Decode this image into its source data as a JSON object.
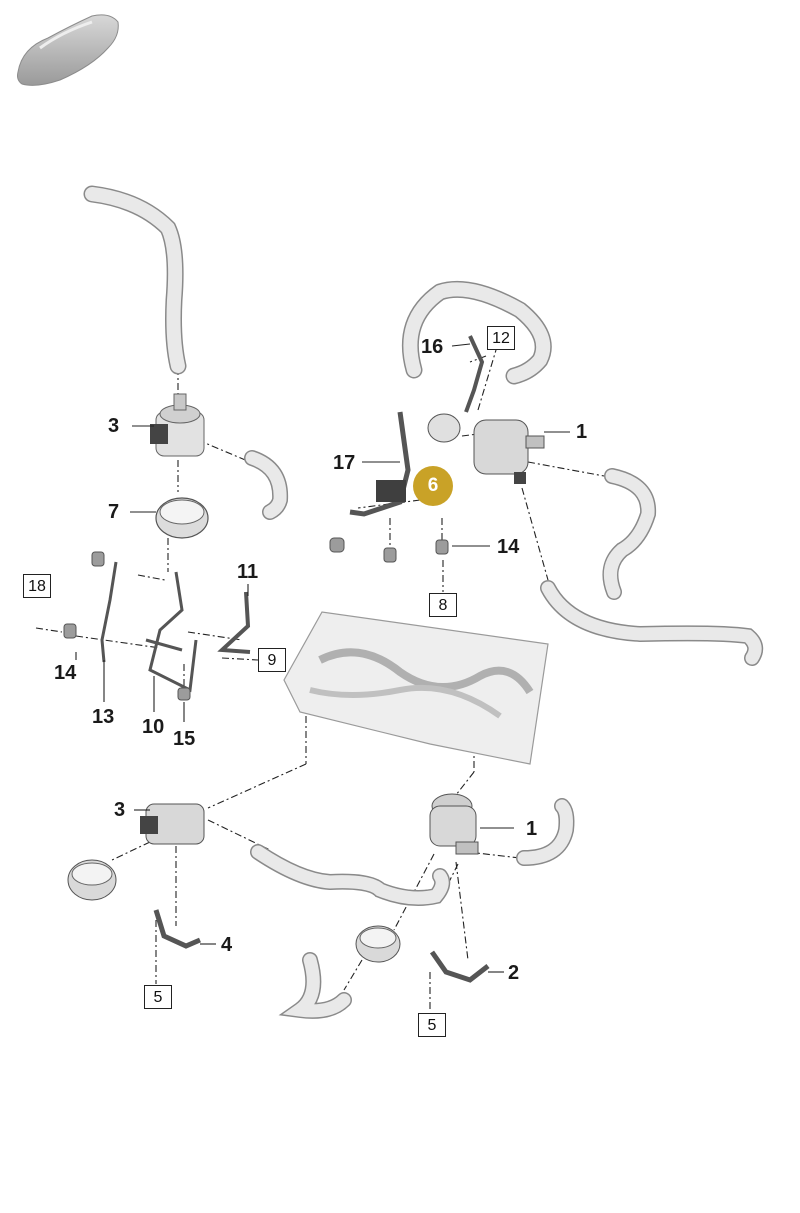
{
  "colors": {
    "part_fill": "#e6e6e6",
    "part_stroke": "#8a8a8a",
    "dark_part": "#4a4a4a",
    "highlight": "#c9a227",
    "leader_line": "#222222"
  },
  "icons": {
    "car_thumbnail": "car-silhouette-icon"
  },
  "callouts": [
    {
      "id": "c3_top",
      "text": "3"
    },
    {
      "id": "c7",
      "text": "7"
    },
    {
      "id": "c16",
      "text": "16"
    },
    {
      "id": "c17",
      "text": "17"
    },
    {
      "id": "c1_top",
      "text": "1"
    },
    {
      "id": "c14_right",
      "text": "14"
    },
    {
      "id": "c11",
      "text": "11"
    },
    {
      "id": "c14_left",
      "text": "14"
    },
    {
      "id": "c13",
      "text": "13"
    },
    {
      "id": "c10",
      "text": "10"
    },
    {
      "id": "c15",
      "text": "15"
    },
    {
      "id": "c3_bottom",
      "text": "3"
    },
    {
      "id": "c1_bottom",
      "text": "1"
    },
    {
      "id": "c4",
      "text": "4"
    },
    {
      "id": "c2",
      "text": "2"
    }
  ],
  "boxed_refs": [
    {
      "id": "b12",
      "text": "12"
    },
    {
      "id": "b8",
      "text": "8"
    },
    {
      "id": "b18",
      "text": "18"
    },
    {
      "id": "b9",
      "text": "9"
    },
    {
      "id": "b5_left",
      "text": "5"
    },
    {
      "id": "b5_right",
      "text": "5"
    }
  ],
  "highlighted_part": {
    "text": "6"
  }
}
